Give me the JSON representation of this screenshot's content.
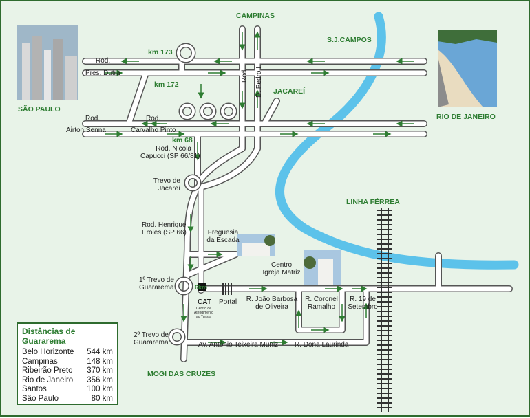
{
  "cities": {
    "campinas": "CAMPINAS",
    "sjcampos": "S.J.CAMPOS",
    "sao_paulo": "SÃO PAULO",
    "rio": "RIO DE JANEIRO",
    "jacarei": "JACAREÍ",
    "linha_ferrea": "LINHA FÉRREA",
    "mogi": "MOGI DAS CRUZES"
  },
  "roads": {
    "km173": "km 173",
    "km172": "km 172",
    "km68": "km 68",
    "km6": "6km",
    "rod_top": "Rod.",
    "pres_dutra": "Pres. Dutra",
    "rod_left": "Rod.",
    "airton_senna": "Airton Senna",
    "rod_mid": "Rod.",
    "carvalho_pinto": "Carvalho Pinto",
    "dpedro_rod": "Rod.",
    "dpedro_name": "D. Pedro I",
    "nicola": [
      "Rod. Nicola",
      "Capucci (SP 66/81)"
    ],
    "trevo_jacarei": [
      "Trevo de",
      "Jacareí"
    ],
    "henrique": [
      "Rod. Henrique",
      "Eroles (SP 66)"
    ],
    "trevo1": [
      "1º Trevo de",
      "Guararema"
    ],
    "trevo2": [
      "2º Trevo de",
      "Guararema"
    ],
    "portal": "Portal",
    "cat": "CAT",
    "cat_sub": [
      "Centro de",
      "Atendimento",
      "ao Turista"
    ],
    "freguesia": [
      "Freguesia",
      "da Escada"
    ],
    "centro": [
      "Centro",
      "Igreja Matriz"
    ],
    "joao_barbosa": [
      "R. João Barbosa",
      "de Oliveira"
    ],
    "coronel": [
      "R. Coronel",
      "Ramalho"
    ],
    "setembro": [
      "R. 19 de",
      "Setembro"
    ],
    "antonio": "Av. Antônio Teixeira Muniz",
    "laurinda": "R. Dona Laurinda"
  },
  "distances": {
    "title": "Distâncias de Guararema",
    "rows": [
      {
        "city": "Belo Horizonte",
        "km": "544 km"
      },
      {
        "city": "Campinas",
        "km": "148 km"
      },
      {
        "city": "Ribeirão Preto",
        "km": "370 km"
      },
      {
        "city": "Rio de Janeiro",
        "km": "356 km"
      },
      {
        "city": "Santos",
        "km": "100 km"
      },
      {
        "city": "São Paulo",
        "km": "80 km"
      }
    ]
  },
  "colors": {
    "background": "#e8f3e8",
    "road": "#ffffff",
    "road_edge": "#555555",
    "arrow": "#2e7d32",
    "river": "#5cc2ea",
    "label_green": "#2e7d32"
  }
}
